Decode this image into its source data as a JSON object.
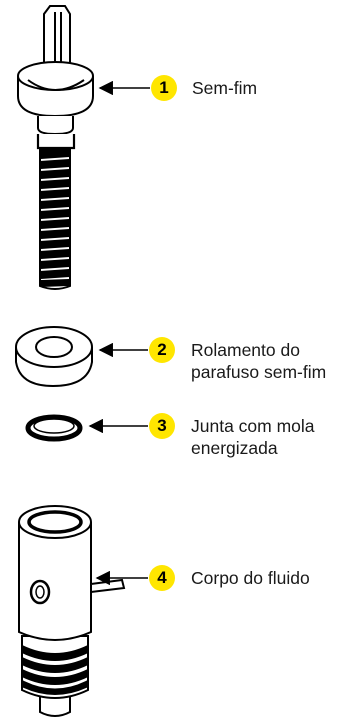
{
  "accent_color": "#ffe600",
  "callouts": [
    {
      "number": "1",
      "lines": [
        "Sem-fim"
      ]
    },
    {
      "number": "2",
      "lines": [
        "Rolamento do",
        "parafuso sem-fim"
      ]
    },
    {
      "number": "3",
      "lines": [
        "Junta com mola",
        "energizada"
      ]
    },
    {
      "number": "4",
      "lines": [
        "Corpo do fluido"
      ]
    }
  ]
}
